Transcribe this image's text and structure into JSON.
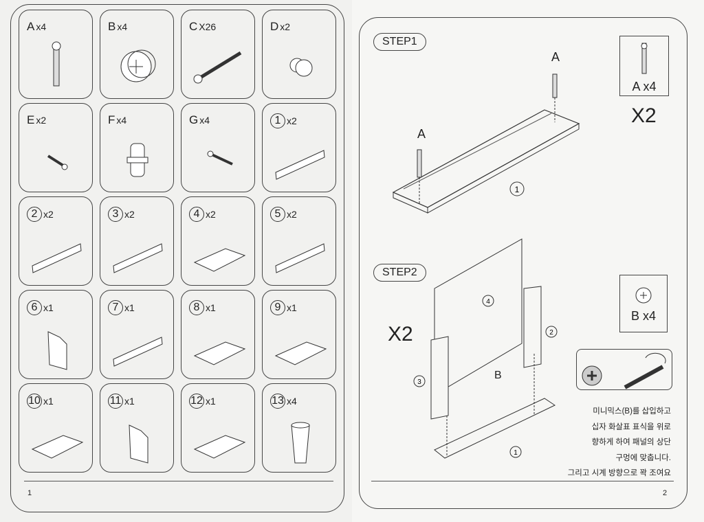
{
  "left_page": {
    "page_number": "1",
    "parts": [
      {
        "id": "A",
        "qty": "x4",
        "circled": false,
        "icon": "cam-bolt"
      },
      {
        "id": "B",
        "qty": "x4",
        "circled": false,
        "icon": "cam-lock"
      },
      {
        "id": "C",
        "qty": "X26",
        "circled": false,
        "icon": "long-screw"
      },
      {
        "id": "D",
        "qty": "x2",
        "circled": false,
        "icon": "knob"
      },
      {
        "id": "E",
        "qty": "x2",
        "circled": false,
        "icon": "short-screw"
      },
      {
        "id": "F",
        "qty": "x4",
        "circled": false,
        "icon": "dowel-cap"
      },
      {
        "id": "G",
        "qty": "x4",
        "circled": false,
        "icon": "bolt"
      },
      {
        "id": "1",
        "qty": "x2",
        "circled": true,
        "icon": "panel"
      },
      {
        "id": "2",
        "qty": "x2",
        "circled": true,
        "icon": "panel"
      },
      {
        "id": "3",
        "qty": "x2",
        "circled": true,
        "icon": "panel"
      },
      {
        "id": "4",
        "qty": "x2",
        "circled": true,
        "icon": "board"
      },
      {
        "id": "5",
        "qty": "x2",
        "circled": true,
        "icon": "panel"
      },
      {
        "id": "6",
        "qty": "x1",
        "circled": true,
        "icon": "side"
      },
      {
        "id": "7",
        "qty": "x1",
        "circled": true,
        "icon": "panel"
      },
      {
        "id": "8",
        "qty": "x1",
        "circled": true,
        "icon": "board"
      },
      {
        "id": "9",
        "qty": "x1",
        "circled": true,
        "icon": "board"
      },
      {
        "id": "10",
        "qty": "x1",
        "circled": true,
        "icon": "board"
      },
      {
        "id": "11",
        "qty": "x1",
        "circled": true,
        "icon": "side"
      },
      {
        "id": "12",
        "qty": "x1",
        "circled": true,
        "icon": "board"
      },
      {
        "id": "13",
        "qty": "x4",
        "circled": true,
        "icon": "leg"
      }
    ]
  },
  "right_page": {
    "page_number": "2",
    "step1": {
      "label": "STEP1",
      "part_label": "A",
      "part_label_2": "A",
      "panel_number": "1",
      "box_label": "A x4",
      "multiplier": "X2"
    },
    "step2": {
      "label": "STEP2",
      "part_label": "B",
      "panel_numbers": [
        "4",
        "2",
        "3",
        "1"
      ],
      "box_label": "B x4",
      "multiplier": "X2"
    },
    "instructions": [
      "미니믹스(B)를 삽입하고",
      "십자 화살표 표식을 위로",
      "향하게 하여 패널의 상단",
      "구멍에 맞춥니다.",
      "그리고 시계 방향으로 꽉 조여요"
    ]
  }
}
